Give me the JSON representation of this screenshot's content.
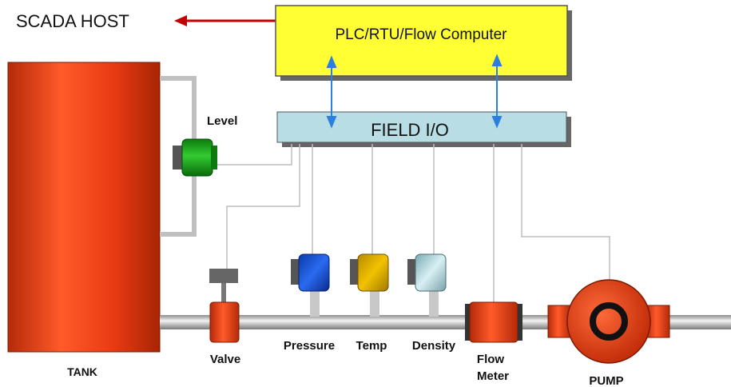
{
  "scada_host": "SCADA HOST",
  "plc": {
    "label": "PLC/RTU/Flow Computer"
  },
  "field_io": {
    "label": "FIELD I/O"
  },
  "tank": {
    "label": "TANK"
  },
  "instruments": {
    "level": "Level",
    "valve": "Valve",
    "pressure": "Pressure",
    "temp": "Temp",
    "density": "Density",
    "flow_meter_line1": "Flow",
    "flow_meter_line2": "Meter",
    "pump": "PUMP"
  },
  "colors": {
    "tank": "#e83a12",
    "plc": "#ffff33",
    "field_io": "#b8dde4",
    "arrow_red": "#c00000",
    "arrow_blue": "#2a7fe0",
    "level_sensor": "#1aa81a",
    "pressure_sensor": "#1a55d8",
    "temp_sensor": "#e8b400",
    "density_sensor": "#b8dde4",
    "pipe": "#c8c8c8"
  }
}
